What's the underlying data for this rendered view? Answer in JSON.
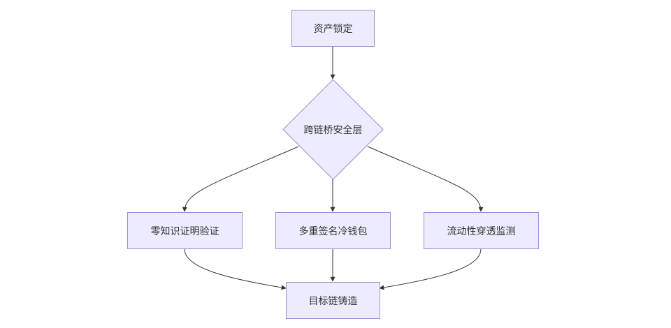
{
  "diagram": {
    "colors": {
      "node_fill": "#ececfe",
      "node_border": "#9e8fd4",
      "edge": "#333333",
      "text": "#333333"
    },
    "nodes": {
      "asset_lock": "资产锁定",
      "bridge_security": "跨链桥安全层",
      "zk_proof": "零知识证明验证",
      "multisig_wallet": "多重签名冷钱包",
      "liquidity_monitor": "流动性穿透监测",
      "target_mint": "目标链铸造"
    },
    "edges": [
      {
        "from": "asset_lock",
        "to": "bridge_security"
      },
      {
        "from": "bridge_security",
        "to": "zk_proof"
      },
      {
        "from": "bridge_security",
        "to": "multisig_wallet"
      },
      {
        "from": "bridge_security",
        "to": "liquidity_monitor"
      },
      {
        "from": "zk_proof",
        "to": "target_mint"
      },
      {
        "from": "multisig_wallet",
        "to": "target_mint"
      },
      {
        "from": "liquidity_monitor",
        "to": "target_mint"
      }
    ]
  }
}
